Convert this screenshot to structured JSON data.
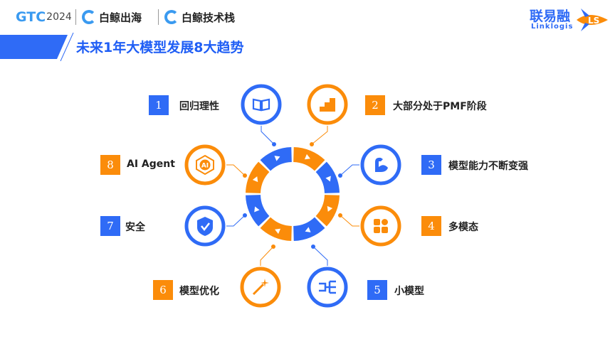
{
  "header": {
    "event": "GTC",
    "year": "2024",
    "brand1": "白鲸出海",
    "brand2": "白鲸技术栈",
    "logo_cn": "联易融",
    "logo_en": "Linklogis",
    "logo_mark": "LS"
  },
  "title": "未来1年大模型发展8大趋势",
  "colors": {
    "blue": "#2f6bf6",
    "orange": "#fb8c0a"
  },
  "items": [
    {
      "num": "1",
      "label": "回归理性",
      "icon": "book-icon",
      "color": "blue"
    },
    {
      "num": "2",
      "label": "大部分处于PMF阶段",
      "icon": "stairs-icon",
      "color": "orange"
    },
    {
      "num": "3",
      "label": "模型能力不断变强",
      "icon": "muscle-icon",
      "color": "blue"
    },
    {
      "num": "4",
      "label": "多模态",
      "icon": "grid-icon",
      "color": "orange"
    },
    {
      "num": "5",
      "label": "小模型",
      "icon": "network-icon",
      "color": "blue"
    },
    {
      "num": "6",
      "label": "模型优化",
      "icon": "magic-wand-icon",
      "color": "orange"
    },
    {
      "num": "7",
      "label": "安全",
      "icon": "shield-check-icon",
      "color": "blue"
    },
    {
      "num": "8",
      "label": "AI Agent",
      "icon": "ai-hexagon-icon",
      "color": "orange"
    }
  ]
}
